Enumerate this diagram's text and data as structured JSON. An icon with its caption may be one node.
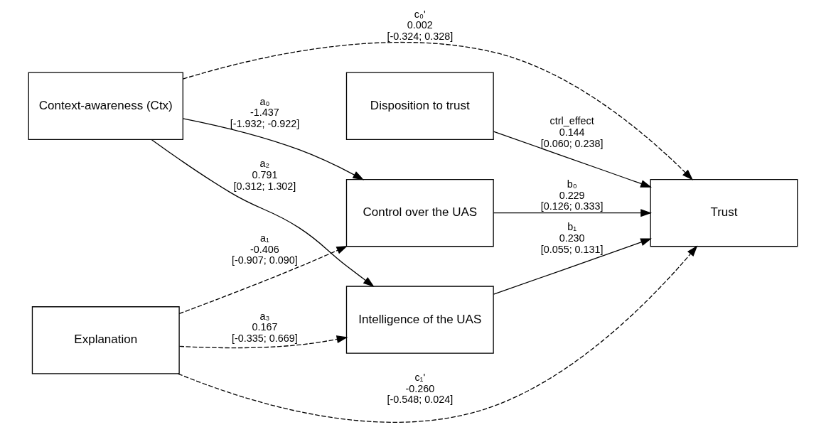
{
  "diagram": {
    "nodes": [
      {
        "text": [
          "Control over the UAS"
        ]
      },
      {
        "text": [
          "Disposition to trust"
        ]
      },
      {
        "text": [
          "Context-awareness (Ctx)"
        ]
      },
      {
        "text": [
          "Intelligence of the UAS"
        ]
      },
      {
        "text": [
          "Explanation"
        ]
      },
      {
        "text": [
          "Trust"
        ]
      }
    ],
    "edges": [
      {
        "from": 2,
        "to": 0,
        "arrow": "to",
        "label": "a₀ -1.437 [-1.932; -0.922]"
      },
      {
        "from": 4,
        "to": 0,
        "arrow": "to",
        "style": "dashed",
        "label": "a₁ -0.406 [-0.907; 0.090]"
      },
      {
        "from": 2,
        "to": 3,
        "arrow": "to",
        "label": "a₂ 0.791 [0.312; 1.302]"
      },
      {
        "from": 4,
        "to": 3,
        "arrow": "to",
        "style": "dashed",
        "label": "a₃ 0.167 [-0.335; 0.669]"
      },
      {
        "from": 0,
        "to": 5,
        "arrow": "to",
        "label": "b₀ 0.229 [0.126; 0.333]"
      },
      {
        "from": 3,
        "to": 5,
        "arrow": "to",
        "label": "b₁ 0.230 [0.055; 0.131]"
      },
      {
        "from": 1,
        "to": 5,
        "arrow": "to",
        "label": "ctrl_effect 0.144 [0.060; 0.238]"
      },
      {
        "from": 2,
        "to": 5,
        "arrow": "to",
        "style": "dashed",
        "label": "c₀' 0.002 [-0.324; 0.328]"
      },
      {
        "from": 4,
        "to": 5,
        "arrow": "to",
        "style": "dashed",
        "label": "c₁' -0.260 [-0.548; 0.024]"
      }
    ]
  }
}
